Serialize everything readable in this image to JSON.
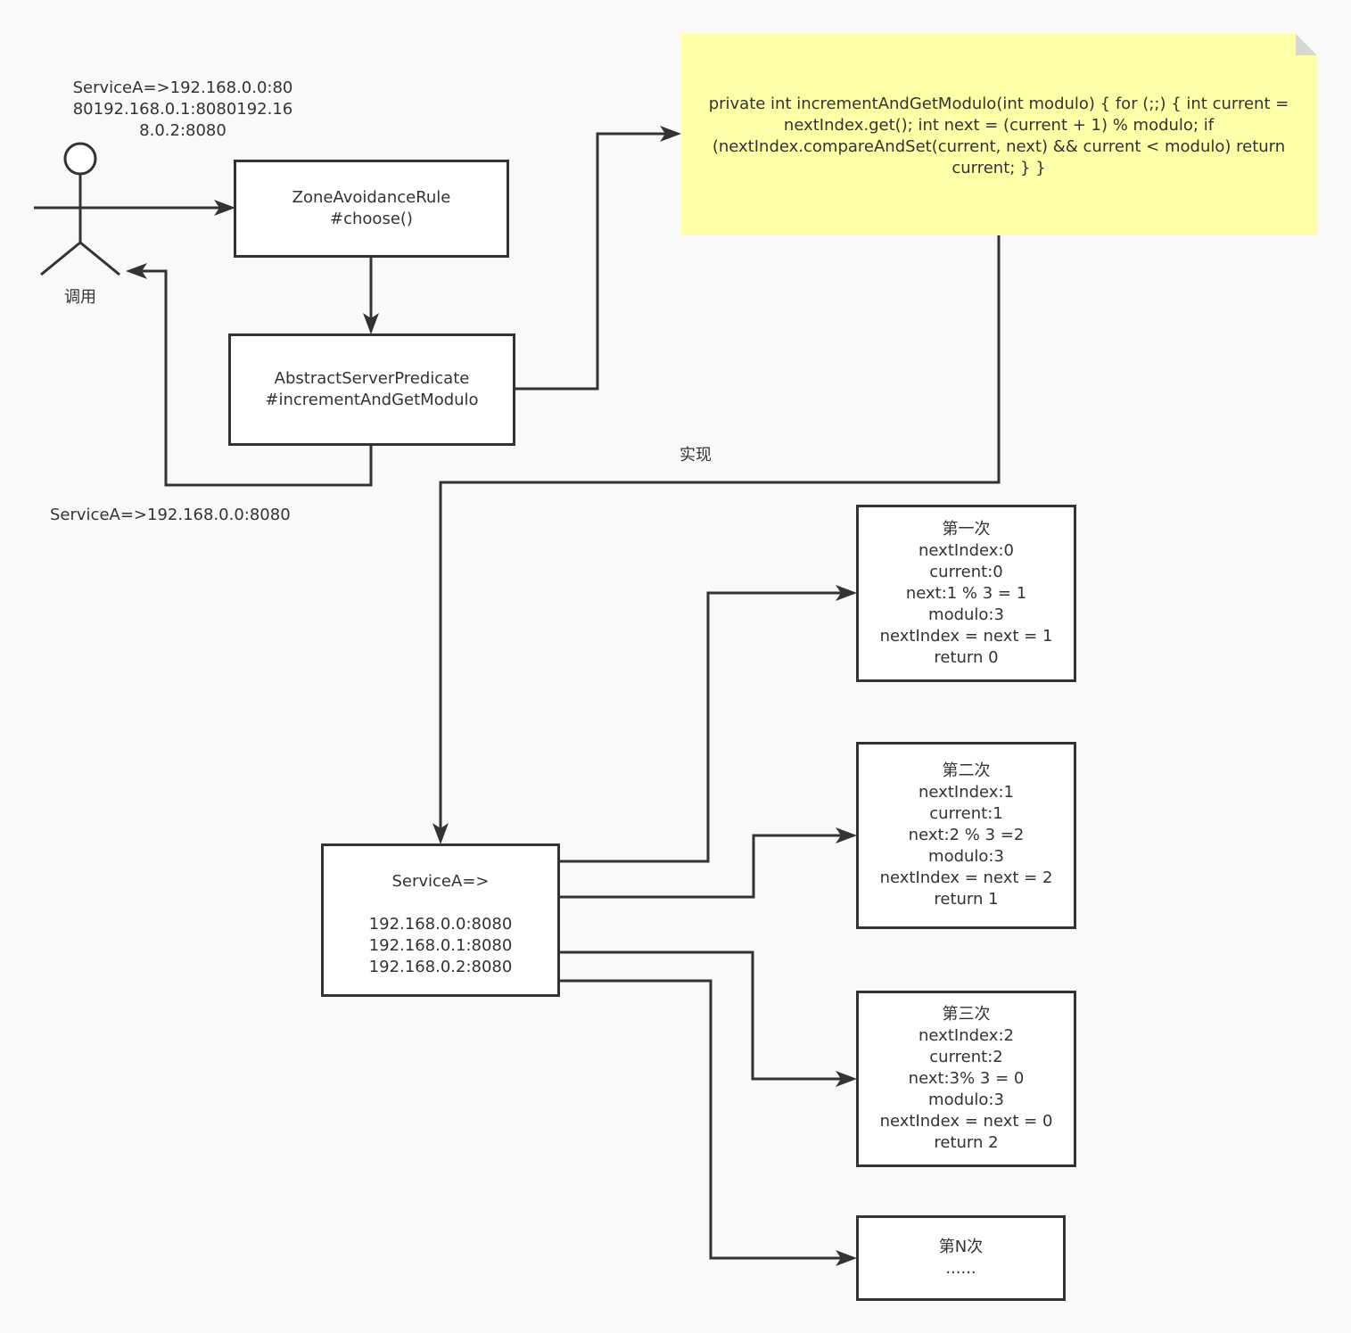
{
  "actor": {
    "label": "调用",
    "servers_text_lines": [
      "ServiceA=>192.168.0.0:80",
      "80192.168.0.1:8080192.16",
      "8.0.2:8080"
    ]
  },
  "result_label": "ServiceA=>192.168.0.0:8080",
  "implement_label": "实现",
  "zone_rule": {
    "lines": [
      "ZoneAvoidanceRule",
      "#choose()"
    ]
  },
  "predicate": {
    "lines": [
      "AbstractServerPredicate",
      "#incrementAndGetModulo"
    ]
  },
  "code_note": {
    "text": "private int incrementAndGetModulo(int modulo) { for (;;) { int current = nextIndex.get(); int next = (current + 1) % modulo; if (nextIndex.compareAndSet(current, next) && current < modulo) return current; } }"
  },
  "service": {
    "title": "ServiceA=>",
    "servers": [
      "192.168.0.0:8080",
      "192.168.0.1:8080",
      "192.168.0.2:8080"
    ]
  },
  "iterations": [
    {
      "lines": [
        "第一次",
        "nextIndex:0",
        "current:0",
        "next:1 % 3 = 1",
        "modulo:3",
        "nextIndex = next = 1",
        "return 0"
      ]
    },
    {
      "lines": [
        "第二次",
        "nextIndex:1",
        "current:1",
        "next:2 % 3 =2",
        "modulo:3",
        "nextIndex = next = 2",
        "return 1"
      ]
    },
    {
      "lines": [
        "第三次",
        "nextIndex:2",
        "current:2",
        "next:3% 3 = 0",
        "modulo:3",
        "nextIndex = next = 0",
        "return 2"
      ]
    },
    {
      "lines": [
        "第N次",
        "......"
      ]
    }
  ]
}
